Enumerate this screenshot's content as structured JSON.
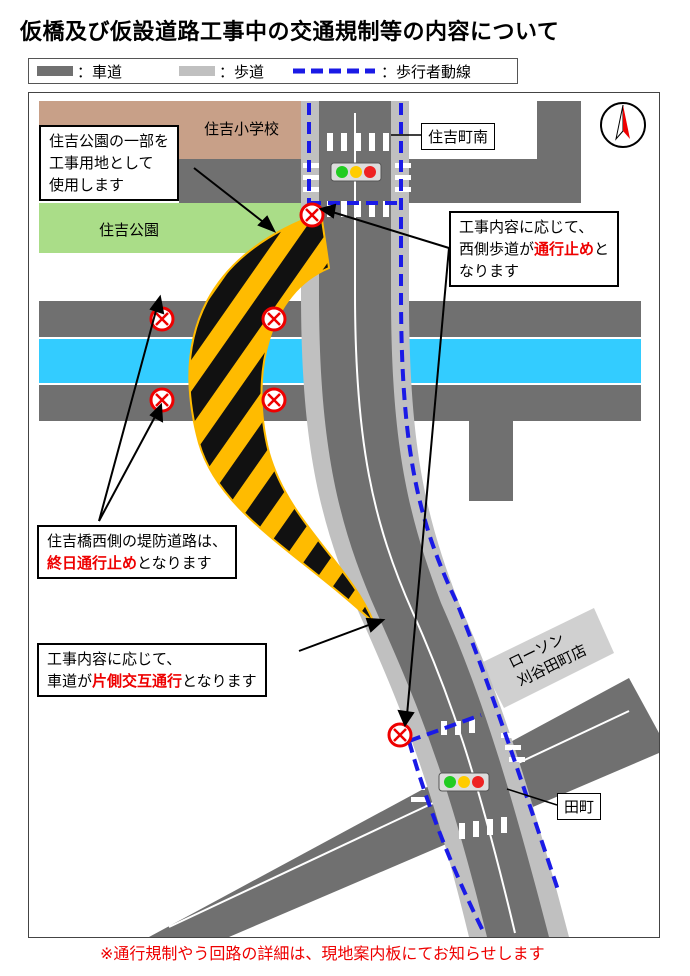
{
  "title": "仮橋及び仮設道路工事中の交通規制等の内容について",
  "legend": {
    "roadway": "：車道",
    "sidewalk": "：歩道",
    "pedestrian_route": "：歩行者動線",
    "colors": {
      "roadway": "#707070",
      "sidewalk": "#c0c0c0",
      "pedestrian_route": "#1a1ae6"
    }
  },
  "places": {
    "school": "住吉小学校",
    "park": "住吉公園",
    "lawson": "ローソン\n刈谷田町店"
  },
  "signals": {
    "north": "住吉町南",
    "south": "田町"
  },
  "callouts": {
    "park_use": "住吉公園の一部を\n工事用地として\n使用します",
    "sidewalk_closure_a": "工事内容に応じて、\n西側歩道が",
    "sidewalk_closure_red": "通行止め",
    "sidewalk_closure_b": "と\nなります",
    "embankment_a": "住吉橋西側の堤防道路は、",
    "embankment_red": "終日通行止め",
    "embankment_b": "となります",
    "alternating_a": "工事内容に応じて、",
    "alternating_b": "車道が",
    "alternating_red": "片側交互通行",
    "alternating_c": "となります"
  },
  "footer": "※通行規制やう回路の詳細は、現地案内板にてお知らせします",
  "icons": {
    "north_arrow": "north-arrow-icon",
    "no_entry": "no-entry-icon",
    "traffic_light": "traffic-light-icon"
  },
  "colors": {
    "river": "#33ccff",
    "park": "#aadd88",
    "school": "#c8a088",
    "work_area": "#ffbb00",
    "accent_red": "#ee0000"
  }
}
